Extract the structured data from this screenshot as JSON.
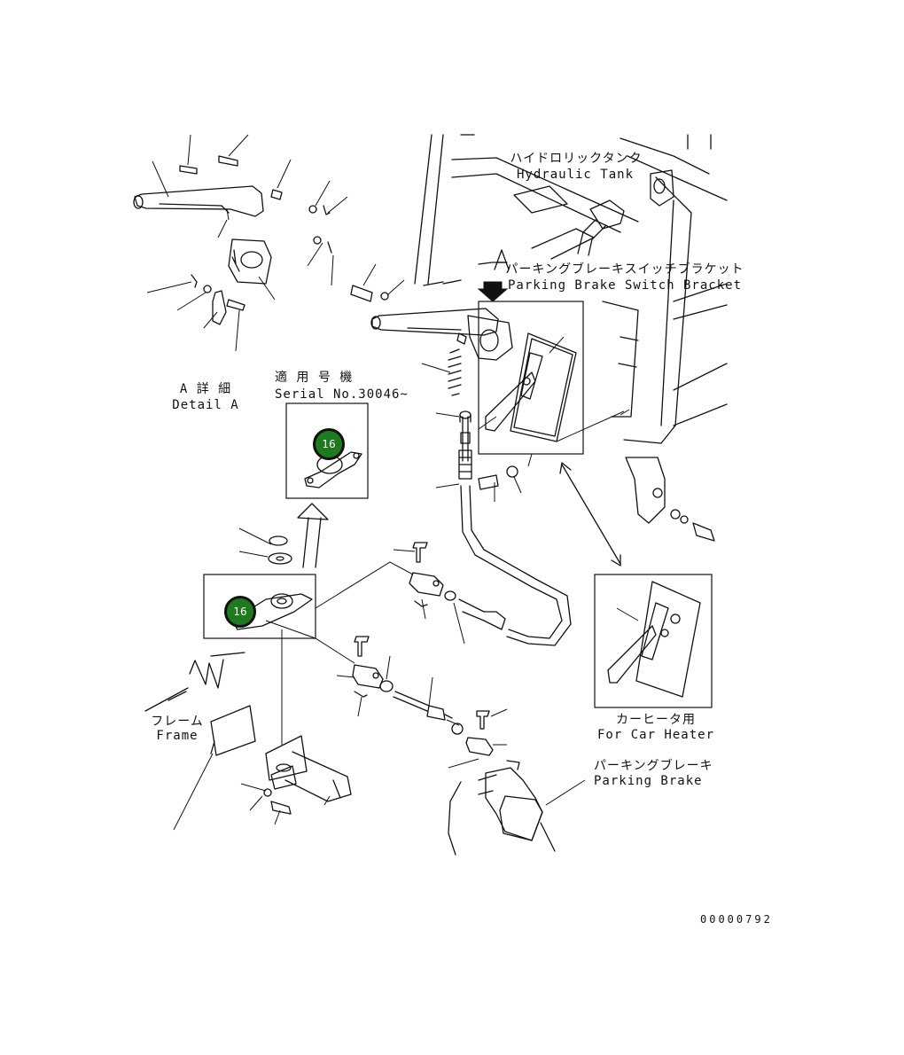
{
  "labels": {
    "hydraulic_tank_jp": "ハイドロリックタンク",
    "hydraulic_tank_en": "Hydraulic Tank",
    "switch_bracket_jp": "パーキングブレーキスイッチブラケット",
    "switch_bracket_en": "Parking Brake Switch Bracket",
    "detail_a_jp": "A 詳 細",
    "detail_a_en": "Detail A",
    "detail_a_marker": "A",
    "serial_jp": "適 用 号 機",
    "serial_en": "Serial No.30046~",
    "frame_jp": "フレーム",
    "frame_en": "Frame",
    "car_heater_jp": "カーヒータ用",
    "car_heater_en": "For Car Heater",
    "parking_brake_jp": "パーキングブレーキ",
    "parking_brake_en": "Parking Brake",
    "drawing_number": "00000792"
  },
  "badges": [
    {
      "number": "16",
      "color": "#1e7a1e"
    },
    {
      "number": "16",
      "color": "#1e7a1e"
    }
  ]
}
